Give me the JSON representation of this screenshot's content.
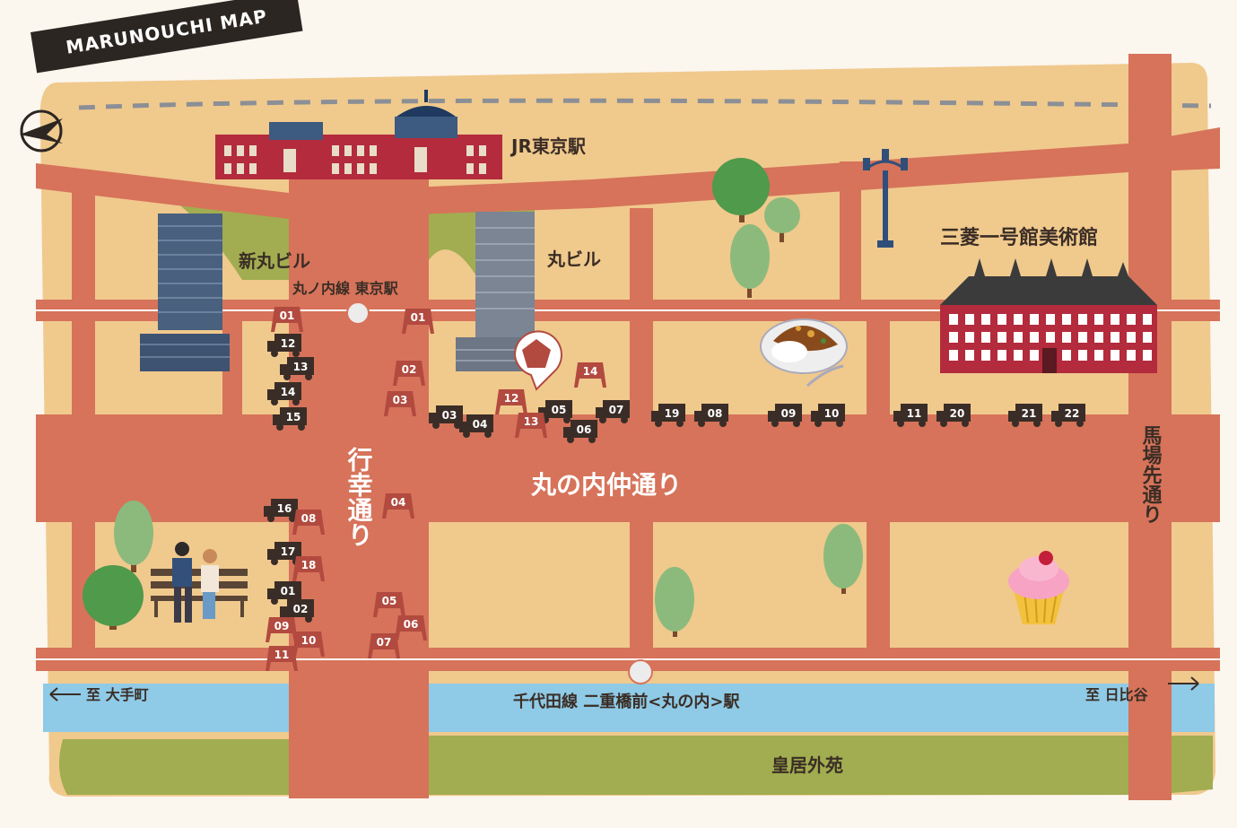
{
  "title": "MARUNOUCHI MAP",
  "colors": {
    "background": "#fbf6ee",
    "land": "#f0c98d",
    "road": "#d6735a",
    "river": "#8fcae6",
    "grass": "#a1ad50",
    "building_red": "#b32b3c",
    "sign": "#b24a3f",
    "truck": "#3a2d27"
  },
  "icons": [
    "compass-icon",
    "tokyo-station-icon",
    "street-lamp-icon",
    "museum-building-icon",
    "curry-icon",
    "cupcake-icon",
    "bench-couple-icon",
    "tree-icon",
    "shop-marker-icon",
    "food-truck-icon",
    "kitchen-car-sign-icon"
  ],
  "landmarks": {
    "jr_tokyo": "JR東京駅",
    "shin_maru": "新丸ビル",
    "maru": "丸ビル",
    "mitsubishi": "三菱一号館美術館",
    "marunouchi_line": "丸ノ内線 東京駅",
    "chiyoda_line": "千代田線 二重橋前<丸の内>駅",
    "kokyo": "皇居外苑"
  },
  "streets": {
    "naka_dori": "丸の内仲通り",
    "gyoko_dori": "行幸通り",
    "babasaki_dori": "馬場先通り"
  },
  "directions": {
    "left": "至 大手町",
    "right": "至 日比谷"
  },
  "trucks": [
    "12",
    "13",
    "14",
    "15",
    "03",
    "04",
    "05",
    "06",
    "07",
    "19",
    "08",
    "09",
    "10",
    "11",
    "20",
    "21",
    "22",
    "16",
    "17",
    "01",
    "02"
  ],
  "signs": [
    "01",
    "01",
    "02",
    "03",
    "12",
    "13",
    "14",
    "08",
    "04",
    "18",
    "05",
    "06",
    "09",
    "10",
    "07",
    "11"
  ]
}
